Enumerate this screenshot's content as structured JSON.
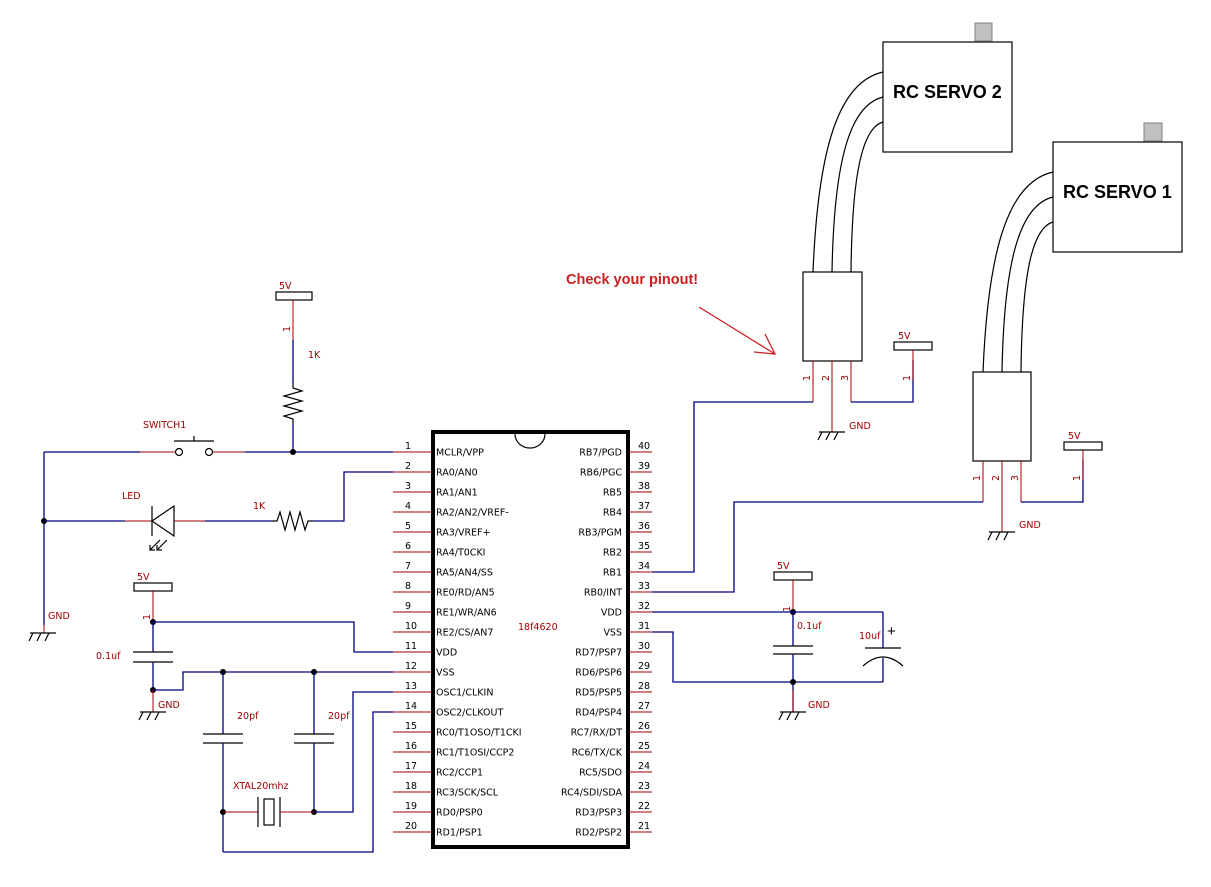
{
  "chip": {
    "part": "18f4620",
    "left_pins": [
      {
        "num": "1",
        "name": "MCLR/VPP"
      },
      {
        "num": "2",
        "name": "RA0/AN0"
      },
      {
        "num": "3",
        "name": "RA1/AN1"
      },
      {
        "num": "4",
        "name": "RA2/AN2/VREF-"
      },
      {
        "num": "5",
        "name": "RA3/VREF+"
      },
      {
        "num": "6",
        "name": "RA4/T0CKI"
      },
      {
        "num": "7",
        "name": "RA5/AN4/SS"
      },
      {
        "num": "8",
        "name": "RE0/RD/AN5"
      },
      {
        "num": "9",
        "name": "RE1/WR/AN6"
      },
      {
        "num": "10",
        "name": "RE2/CS/AN7"
      },
      {
        "num": "11",
        "name": "VDD"
      },
      {
        "num": "12",
        "name": "VSS"
      },
      {
        "num": "13",
        "name": "OSC1/CLKIN"
      },
      {
        "num": "14",
        "name": "OSC2/CLKOUT"
      },
      {
        "num": "15",
        "name": "RC0/T1OSO/T1CKI"
      },
      {
        "num": "16",
        "name": "RC1/T1OSI/CCP2"
      },
      {
        "num": "17",
        "name": "RC2/CCP1"
      },
      {
        "num": "18",
        "name": "RC3/SCK/SCL"
      },
      {
        "num": "19",
        "name": "RD0/PSP0"
      },
      {
        "num": "20",
        "name": "RD1/PSP1"
      }
    ],
    "right_pins": [
      {
        "num": "40",
        "name": "RB7/PGD"
      },
      {
        "num": "39",
        "name": "RB6/PGC"
      },
      {
        "num": "38",
        "name": "RB5"
      },
      {
        "num": "37",
        "name": "RB4"
      },
      {
        "num": "36",
        "name": "RB3/PGM"
      },
      {
        "num": "35",
        "name": "RB2"
      },
      {
        "num": "34",
        "name": "RB1"
      },
      {
        "num": "33",
        "name": "RB0/INT"
      },
      {
        "num": "32",
        "name": "VDD"
      },
      {
        "num": "31",
        "name": "VSS"
      },
      {
        "num": "30",
        "name": "RD7/PSP7"
      },
      {
        "num": "29",
        "name": "RD6/PSP6"
      },
      {
        "num": "28",
        "name": "RD5/PSP5"
      },
      {
        "num": "27",
        "name": "RD4/PSP4"
      },
      {
        "num": "26",
        "name": "RC7/RX/DT"
      },
      {
        "num": "25",
        "name": "RC6/TX/CK"
      },
      {
        "num": "24",
        "name": "RC5/SDO"
      },
      {
        "num": "23",
        "name": "RC4/SDI/SDA"
      },
      {
        "num": "22",
        "name": "RD3/PSP3"
      },
      {
        "num": "21",
        "name": "RD2/PSP2"
      }
    ]
  },
  "labels": {
    "supply": "5V",
    "ground": "GND",
    "pin1": "1",
    "pin2": "2",
    "pin3": "3",
    "r_pullup": "1K",
    "r_led": "1K",
    "switch": "SWITCH1",
    "led": "LED",
    "cap_left": "0.1uf",
    "cap_right": "0.1uf",
    "cap_osc1": "20pf",
    "cap_osc2": "20pf",
    "crystal": "XTAL20mhz",
    "electrolytic": "10uf",
    "plus": "+"
  },
  "servos": {
    "servo1": "RC SERVO 1",
    "servo2": "RC SERVO 2"
  },
  "annotation": "Check your pinout!"
}
